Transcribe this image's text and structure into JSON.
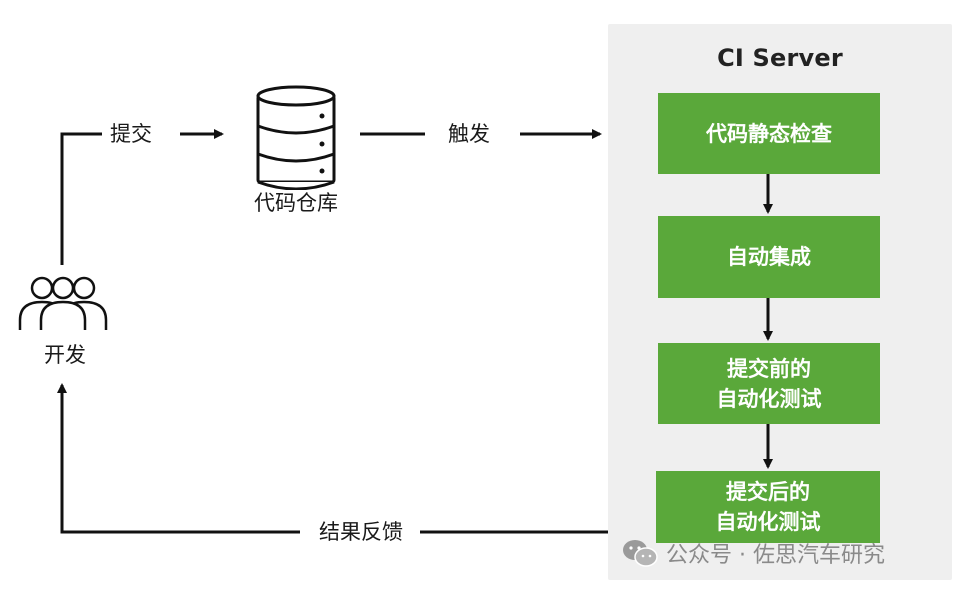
{
  "ci_server": {
    "title": "CI Server",
    "steps": [
      {
        "line1": "代码静态检查",
        "line2": ""
      },
      {
        "line1": "自动集成",
        "line2": ""
      },
      {
        "line1": "提交前的",
        "line2": "自动化测试"
      },
      {
        "line1": "提交后的",
        "line2": "自动化测试"
      }
    ]
  },
  "labels": {
    "commit": "提交",
    "repository": "代码仓库",
    "trigger": "触发",
    "developer": "开发",
    "feedback": "结果反馈"
  },
  "watermark": {
    "text": "公众号 · 佐思汽车研究"
  },
  "colors": {
    "step_fill": "#5aa83a",
    "panel_fill": "#efefef",
    "line": "#111111"
  }
}
